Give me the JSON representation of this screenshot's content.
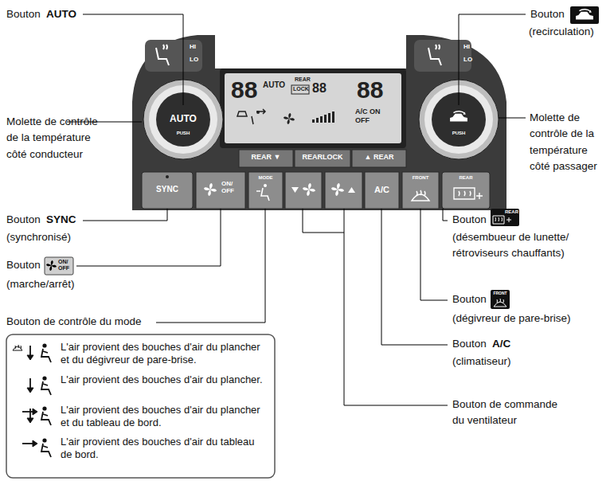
{
  "diagram": {
    "labels": [
      "Bouton",
      "AUTO",
      "Molette de contrôle de la température côté conducteur",
      "Bouton",
      "SYNC",
      "(synchronisé)",
      "Bouton",
      "(marche/arrêt)",
      "Bouton de contrôle du mode",
      "Bouton",
      "(recirculation)",
      "Molette de contrôle de la température côté passager",
      "Bouton",
      "(désembueur de lunette/ rétroviseurs chauffants)",
      "Bouton",
      "(dégivreur de pare-brise)",
      "Bouton",
      "A/C",
      "(climatiseur)",
      "Bouton de commande du ventilateur",
      "HI",
      "LO",
      "HI",
      "LO",
      "AUTO",
      "PUSH",
      "PUSH",
      "88",
      "AUTO",
      "REAR",
      "LOCK",
      "88",
      "88",
      "A/C ON",
      "OFF",
      "REAR ▼",
      "REARLOCK",
      "▲ REAR",
      "SYNC",
      "ON/ OFF",
      "MODE",
      "A/C",
      "FRONT",
      "REAR",
      "ON/ OFF",
      "REAR",
      "FRONT"
    ],
    "legend": [
      {
        "text": "L'air provient des bouches d'air du plancher et du dégivreur de pare-brise."
      },
      {
        "text": "L'air provient des bouches d'air du plancher."
      },
      {
        "text": "L'air provient des bouches d'air du plancher et du tableau de bord."
      },
      {
        "text": "L'air provient des bouches d'air du tableau de bord."
      }
    ]
  }
}
